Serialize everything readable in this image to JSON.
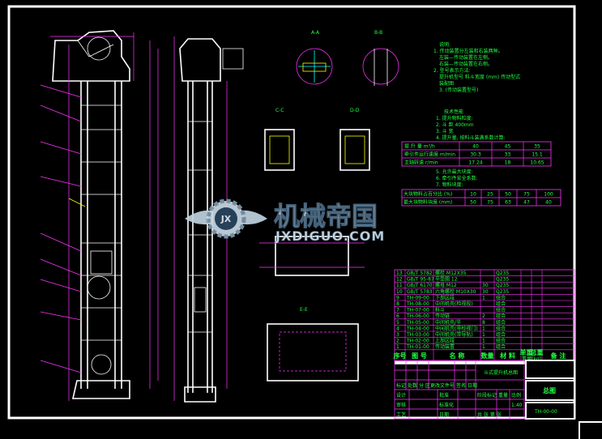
{
  "drawing": {
    "title_block": {
      "drawing_title": "斗式提升机总图",
      "sheet_name": "总图",
      "drawing_number": "TH-00-00",
      "scale": "1:40"
    },
    "watermark": {
      "text": "机械帝国",
      "url": "JXDIGUO.COM",
      "logo": "JX"
    },
    "notes_title": "说明:",
    "notes": [
      "1. 传动装置分左装和右装两种。",
      "左装—传动装置在左侧。",
      "右装—传动装置在右侧。",
      "2. 型号表示方法:",
      "提升机型号 料斗宽度 (mm) 传动型式",
      "装配图",
      "3. (传动装置型号)"
    ],
    "tech_title": "技术性能",
    "tech": [
      "1. 提升物料粒度:",
      "2. 斗 距 400mm",
      "3. 斗 宽 ",
      "4. 提升量, 按料斗装满系数计算:"
    ],
    "perf_table": {
      "rows": [
        {
          "label": "提 升 量  m³/h",
          "values": [
            "40",
            "45",
            "35"
          ]
        },
        {
          "label": "牵引件运行速度  m/min",
          "values": [
            "30.3",
            "33",
            "15.1"
          ]
        },
        {
          "label": "主轴转速  r/min",
          "values": [
            "17.24",
            "18",
            "10.65"
          ]
        }
      ]
    },
    "tech2": [
      "5. 允许最大块度:",
      "6. 牵引件安全系数:",
      "7. 物料块度:"
    ],
    "lump_table": {
      "rows": [
        {
          "label": "大块物料占百分比 (%)",
          "values": [
            "10",
            "25",
            "50",
            "75",
            "100"
          ]
        },
        {
          "label": "最大块物料块度 (mm)",
          "values": [
            "50",
            "75",
            "63",
            "47",
            "40"
          ]
        }
      ]
    },
    "bom": {
      "headers": [
        "序号",
        "图 号",
        "名 称",
        "数量",
        "材 料",
        "单重",
        "总重",
        "备 注"
      ],
      "rows": [
        [
          "13",
          "GB/T 5782",
          "螺栓 M12X35",
          "",
          "Q235",
          "",
          ""
        ],
        [
          "12",
          "GB/T 95-87",
          "平垫圈 12",
          "",
          "Q235",
          "",
          ""
        ],
        [
          "11",
          "GB/T 6170",
          "螺母 M12",
          "30",
          "Q235",
          "",
          ""
        ],
        [
          "10",
          "GB/T 5783",
          "六角螺栓 M10X30",
          "30",
          "Q235",
          "",
          ""
        ],
        [
          "9",
          "TH-09-00",
          "下部区段",
          "1",
          "组合",
          "",
          ""
        ],
        [
          "8",
          "TH-08-00",
          "中间机壳(检视段)",
          "",
          "组合",
          "",
          ""
        ],
        [
          "7",
          "TH-07-00",
          "料斗",
          "",
          "组合",
          "",
          ""
        ],
        [
          "6",
          "TH-06-00",
          "传动链",
          "2",
          "组合",
          "",
          ""
        ],
        [
          "5",
          "TH-05-00",
          "中间机壳/节",
          "8",
          "组合",
          "",
          ""
        ],
        [
          "4",
          "TH-04-00",
          "中间机壳(带检视门)",
          "1",
          "组合",
          "",
          ""
        ],
        [
          "3",
          "TH-03-00",
          "中间机壳(带导轨)",
          "1",
          "组合",
          "",
          ""
        ],
        [
          "2",
          "TH-02-00",
          "上部区段",
          "1",
          "组合",
          "",
          ""
        ],
        [
          "1",
          "TH-01-00",
          "传动装置",
          "1",
          "组合",
          "",
          ""
        ]
      ],
      "weight_sub": "重量(kg)"
    },
    "signoff": {
      "labels": [
        "标记",
        "处数",
        "分 区",
        "更改文件号",
        "签名",
        "日期"
      ],
      "roles": [
        "设计",
        "审核",
        "工艺",
        "批准",
        "标准化",
        "日期"
      ],
      "stage": "阶段标记",
      "weight": "重量",
      "scale_label": "比例",
      "sheet": "共  张  第  张"
    },
    "section_labels": [
      "A-A",
      "B-B",
      "C-C",
      "D-D",
      "E-E"
    ],
    "colors": {
      "background": "#000000",
      "outline": "#ffffff",
      "dimension": "#ff33ff",
      "text": "#22ff44",
      "hatch": "#00ffff"
    }
  }
}
